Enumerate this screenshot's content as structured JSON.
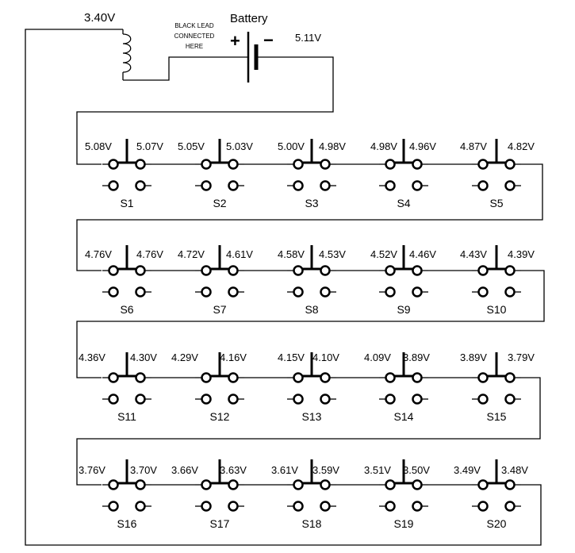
{
  "battery": {
    "title": "Battery",
    "plus": "+",
    "minus": "−",
    "voltage": "5.11V"
  },
  "coil": {
    "voltage": "3.40V"
  },
  "note": [
    "BLACK LEAD",
    "CONNECTED",
    "HERE"
  ],
  "rows": [
    [
      {
        "name": "S1",
        "left": "5.08V",
        "right": "5.07V"
      },
      {
        "name": "S2",
        "left": "5.05V",
        "right": "5.03V"
      },
      {
        "name": "S3",
        "left": "5.00V",
        "right": "4.98V"
      },
      {
        "name": "S4",
        "left": "4.98V",
        "right": "4.96V"
      },
      {
        "name": "S5",
        "left": "4.87V",
        "right": "4.82V"
      }
    ],
    [
      {
        "name": "S6",
        "left": "4.76V",
        "right": "4.76V"
      },
      {
        "name": "S7",
        "left": "4.72V",
        "right": "4.61V"
      },
      {
        "name": "S8",
        "left": "4.58V",
        "right": "4.53V"
      },
      {
        "name": "S9",
        "left": "4.52V",
        "right": "4.46V"
      },
      {
        "name": "S10",
        "left": "4.43V",
        "right": "4.39V"
      }
    ],
    [
      {
        "name": "S11",
        "left": "4.36V",
        "right": "4.30V"
      },
      {
        "name": "S12",
        "left": "4.29V",
        "right": "4.16V"
      },
      {
        "name": "S13",
        "left": "4.15V",
        "right": "4.10V"
      },
      {
        "name": "S14",
        "left": "4.09V",
        "right": "3.89V"
      },
      {
        "name": "S15",
        "left": "3.89V",
        "right": "3.79V"
      }
    ],
    [
      {
        "name": "S16",
        "left": "3.76V",
        "right": "3.70V"
      },
      {
        "name": "S17",
        "left": "3.66V",
        "right": "3.63V"
      },
      {
        "name": "S18",
        "left": "3.61V",
        "right": "3.59V"
      },
      {
        "name": "S19",
        "left": "3.51V",
        "right": "3.50V"
      },
      {
        "name": "S20",
        "left": "3.49V",
        "right": "3.48V"
      }
    ]
  ]
}
